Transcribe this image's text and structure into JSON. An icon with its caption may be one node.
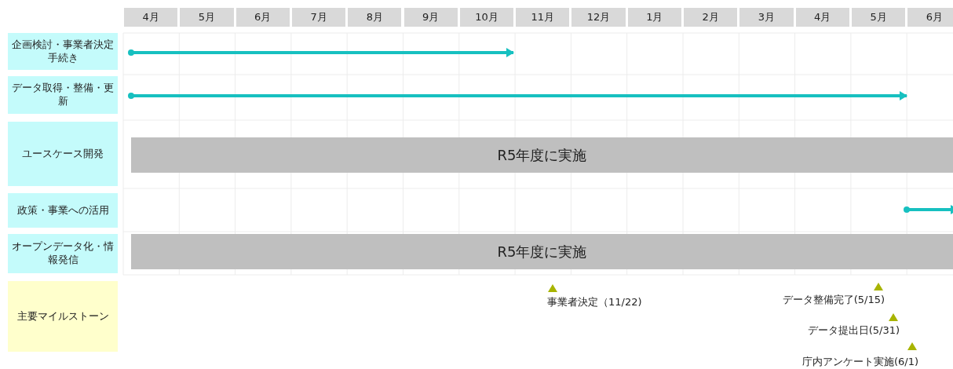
{
  "diagram": {
    "nodes": [
      {
        "text": [
          "企画検討・事業者決定手続き"
        ]
      },
      {
        "text": [
          "データ取得・整備・更新"
        ]
      },
      {
        "text": [
          "ユースケース開発"
        ]
      },
      {
        "text": [
          "政策・事業への活用"
        ]
      },
      {
        "text": [
          "オープンデータ化・情報発信"
        ]
      },
      {
        "text": [
          "主要マイルストーン"
        ]
      },
      {
        "text": [
          "R5年度に実施"
        ]
      },
      {
        "text": [
          "R5年度に実施"
        ]
      }
    ],
    "labels": [
      "4月",
      "5月",
      "6月",
      "7月",
      "8月",
      "9月",
      "10月",
      "11月",
      "12月",
      "1月",
      "2月",
      "3月",
      "4月",
      "5月",
      "6月",
      "事業者決定（11/22)",
      "データ整備完了(5/15)",
      "データ提出日(5/31)",
      "庁内アンケート実施(6/1)"
    ]
  }
}
